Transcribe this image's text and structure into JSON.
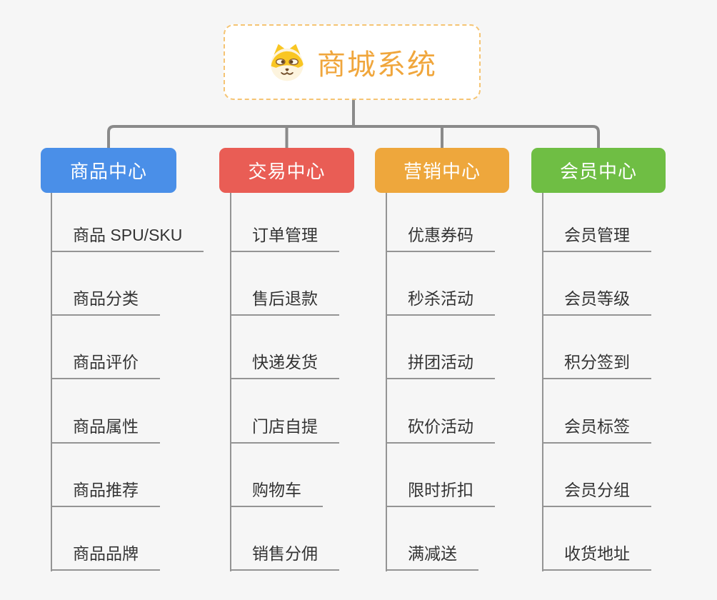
{
  "root": {
    "title": "商城系统",
    "icon": "dog-face-icon",
    "title_color": "#f0a63c",
    "border_color": "#f5c473"
  },
  "colors": {
    "background": "#f6f6f6",
    "connector": "#8a8a8a",
    "branch_line": "#949494",
    "topic_text": "#333333"
  },
  "branches": [
    {
      "label": "商品中心",
      "color": "#4a8fe8",
      "items": [
        "商品 SPU/SKU",
        "商品分类",
        "商品评价",
        "商品属性",
        "商品推荐",
        "商品品牌"
      ]
    },
    {
      "label": "交易中心",
      "color": "#e95d55",
      "items": [
        "订单管理",
        "售后退款",
        "快递发货",
        "门店自提",
        "购物车",
        "销售分佣"
      ]
    },
    {
      "label": "营销中心",
      "color": "#eea73c",
      "items": [
        "优惠券码",
        "秒杀活动",
        "拼团活动",
        "砍价活动",
        "限时折扣",
        "满减送"
      ]
    },
    {
      "label": "会员中心",
      "color": "#6fbe44",
      "items": [
        "会员管理",
        "会员等级",
        "积分签到",
        "会员标签",
        "会员分组",
        "收货地址"
      ]
    }
  ]
}
